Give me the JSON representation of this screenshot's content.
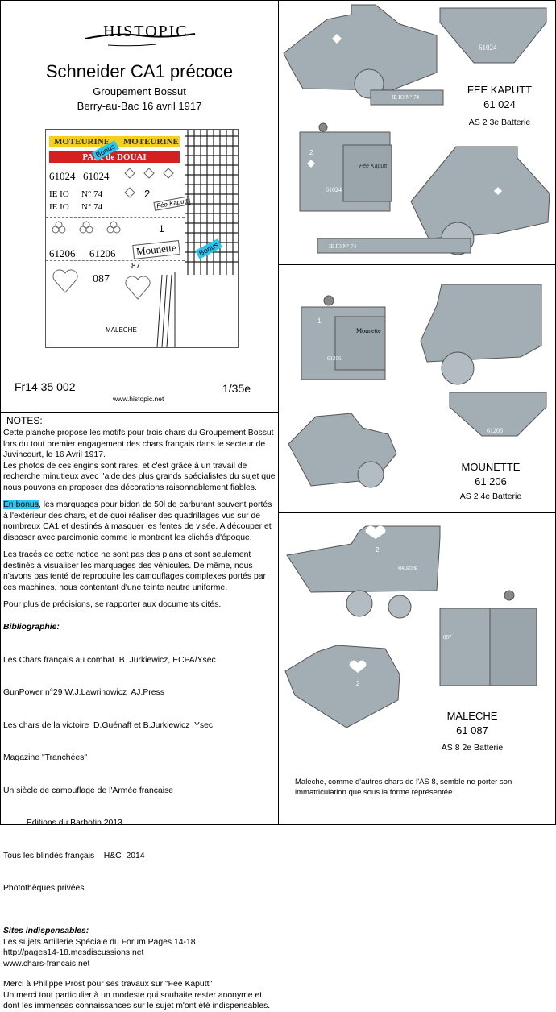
{
  "header": {
    "logo": "HISTOPIC",
    "title": "Schneider CA1   précoce",
    "subtitle1": "Groupement Bossut",
    "subtitle2": "Berry-au-Bac  16 avril 1917",
    "ref": "Fr14 35 002",
    "scale": "1/35e",
    "website": "www.histopic.net"
  },
  "decals": {
    "moteurine1": "MOTEURINE",
    "moteurine2": "MOTEURINE",
    "paix": "PAIX",
    "de": "de",
    "douai": "DOUAI",
    "bonus": "Bonus",
    "n61024a": "61024",
    "n61024b": "61024",
    "fee1": "IE IO",
    "fee2": "N° 74",
    "fee3": "IE IO",
    "fee4": "N° 74",
    "feekaputt": "Fée Kaputt",
    "n61206a": "61206",
    "n61206b": "61206",
    "mounette": "Mounette",
    "n087": "087",
    "n87": "87",
    "maleche": "MALECHE",
    "one": "1",
    "two": "2"
  },
  "notes": {
    "heading": "NOTES:",
    "p1": "Cette planche propose les motifs pour trois chars du Groupement Bossut lors du tout premier engagement des chars français dans le secteur de Juvincourt, le 16 Avril 1917.",
    "p1b": " Les photos de ces engins sont rares, et c'est grâce à un travail de recherche minutieux avec l'aide des plus grands spécialistes du sujet que nous pouvons en proposer des décorations raisonnablement fiables.",
    "bonus_hl": "En bonus",
    "p2": ", les marquages pour bidon de 50l de carburant souvent portés à l'extérieur des chars, et de quoi réaliser des quadrillages vus sur de nombreux CA1 et destinés à masquer les fentes de visée. A découper et disposer avec parcimonie comme le montrent les clichés d'époque.",
    "p3": "Les tracés de cette notice ne sont pas des plans et sont seulement destinés à visualiser les marquages des véhicules. De même, nous n'avons pas tenté de reproduire les camouflages complexes portés par ces machines, nous contentant d'une teinte neutre uniforme.",
    "p4": " Pour plus de précisions, se rapporter aux documents cités.",
    "biblio_title": "Bibliographie",
    "biblio": [
      "Les Chars français au combat  B. Jurkiewicz, ECPA/Ysec.",
      "GunPower n°29 W.J.Lawrinowicz  AJ.Press",
      "Les chars de la victoire  D.Guénaff et B.Jurkiewicz  Ysec",
      "Magazine \"Tranchées\"",
      "Un siècle de camouflage de l'Armée française",
      "          Editions du Barbotin 2013",
      "Tous les blindés français    H&C  2014",
      "Photothèques privées"
    ],
    "sites_title": "Sites indispensables",
    "sites": [
      "Les sujets Artillerie Spéciale du Forum Pages 14-18",
      "http://pages14-18.mesdiscussions.net",
      "www.chars-francais.net"
    ],
    "thanks1": "Merci à Philippe Prost pour ses travaux sur \"Fée Kaputt\"",
    "thanks2": "Un merci tout particulier à un modeste qui souhaite rester anonyme et dont les immenses connaissances sur le sujet m'ont été indispensables."
  },
  "tanks": {
    "t1_name": "FEE KAPUTT",
    "t1_num": "61 024",
    "t1_unit": "AS 2 3e Batterie",
    "t2_name": "MOUNETTE",
    "t2_num": "61 206",
    "t2_unit": "AS 2 4e Batterie",
    "t3_name": "MALECHE",
    "t3_num": "61 087",
    "t3_unit": "AS 8 2e Batterie",
    "t3_note": "Maleche, comme d'autres chars de l'AS 8, semble ne porter son immatriculation que sous la forme représentée.",
    "m61024": "61024",
    "m61206": "61206",
    "m087": "087",
    "mmaleche": "MALECHE",
    "mrail": "IE IO     N° 74",
    "mtwo": "2",
    "mone": "1",
    "mmounette": "Mounette",
    "mfee": "Fée Kaputt"
  },
  "colors": {
    "tank_grey": "#a3adb4",
    "highlight": "#26c6f0",
    "moteurine_yellow": "#f3d020",
    "douai_red": "#d42020"
  }
}
